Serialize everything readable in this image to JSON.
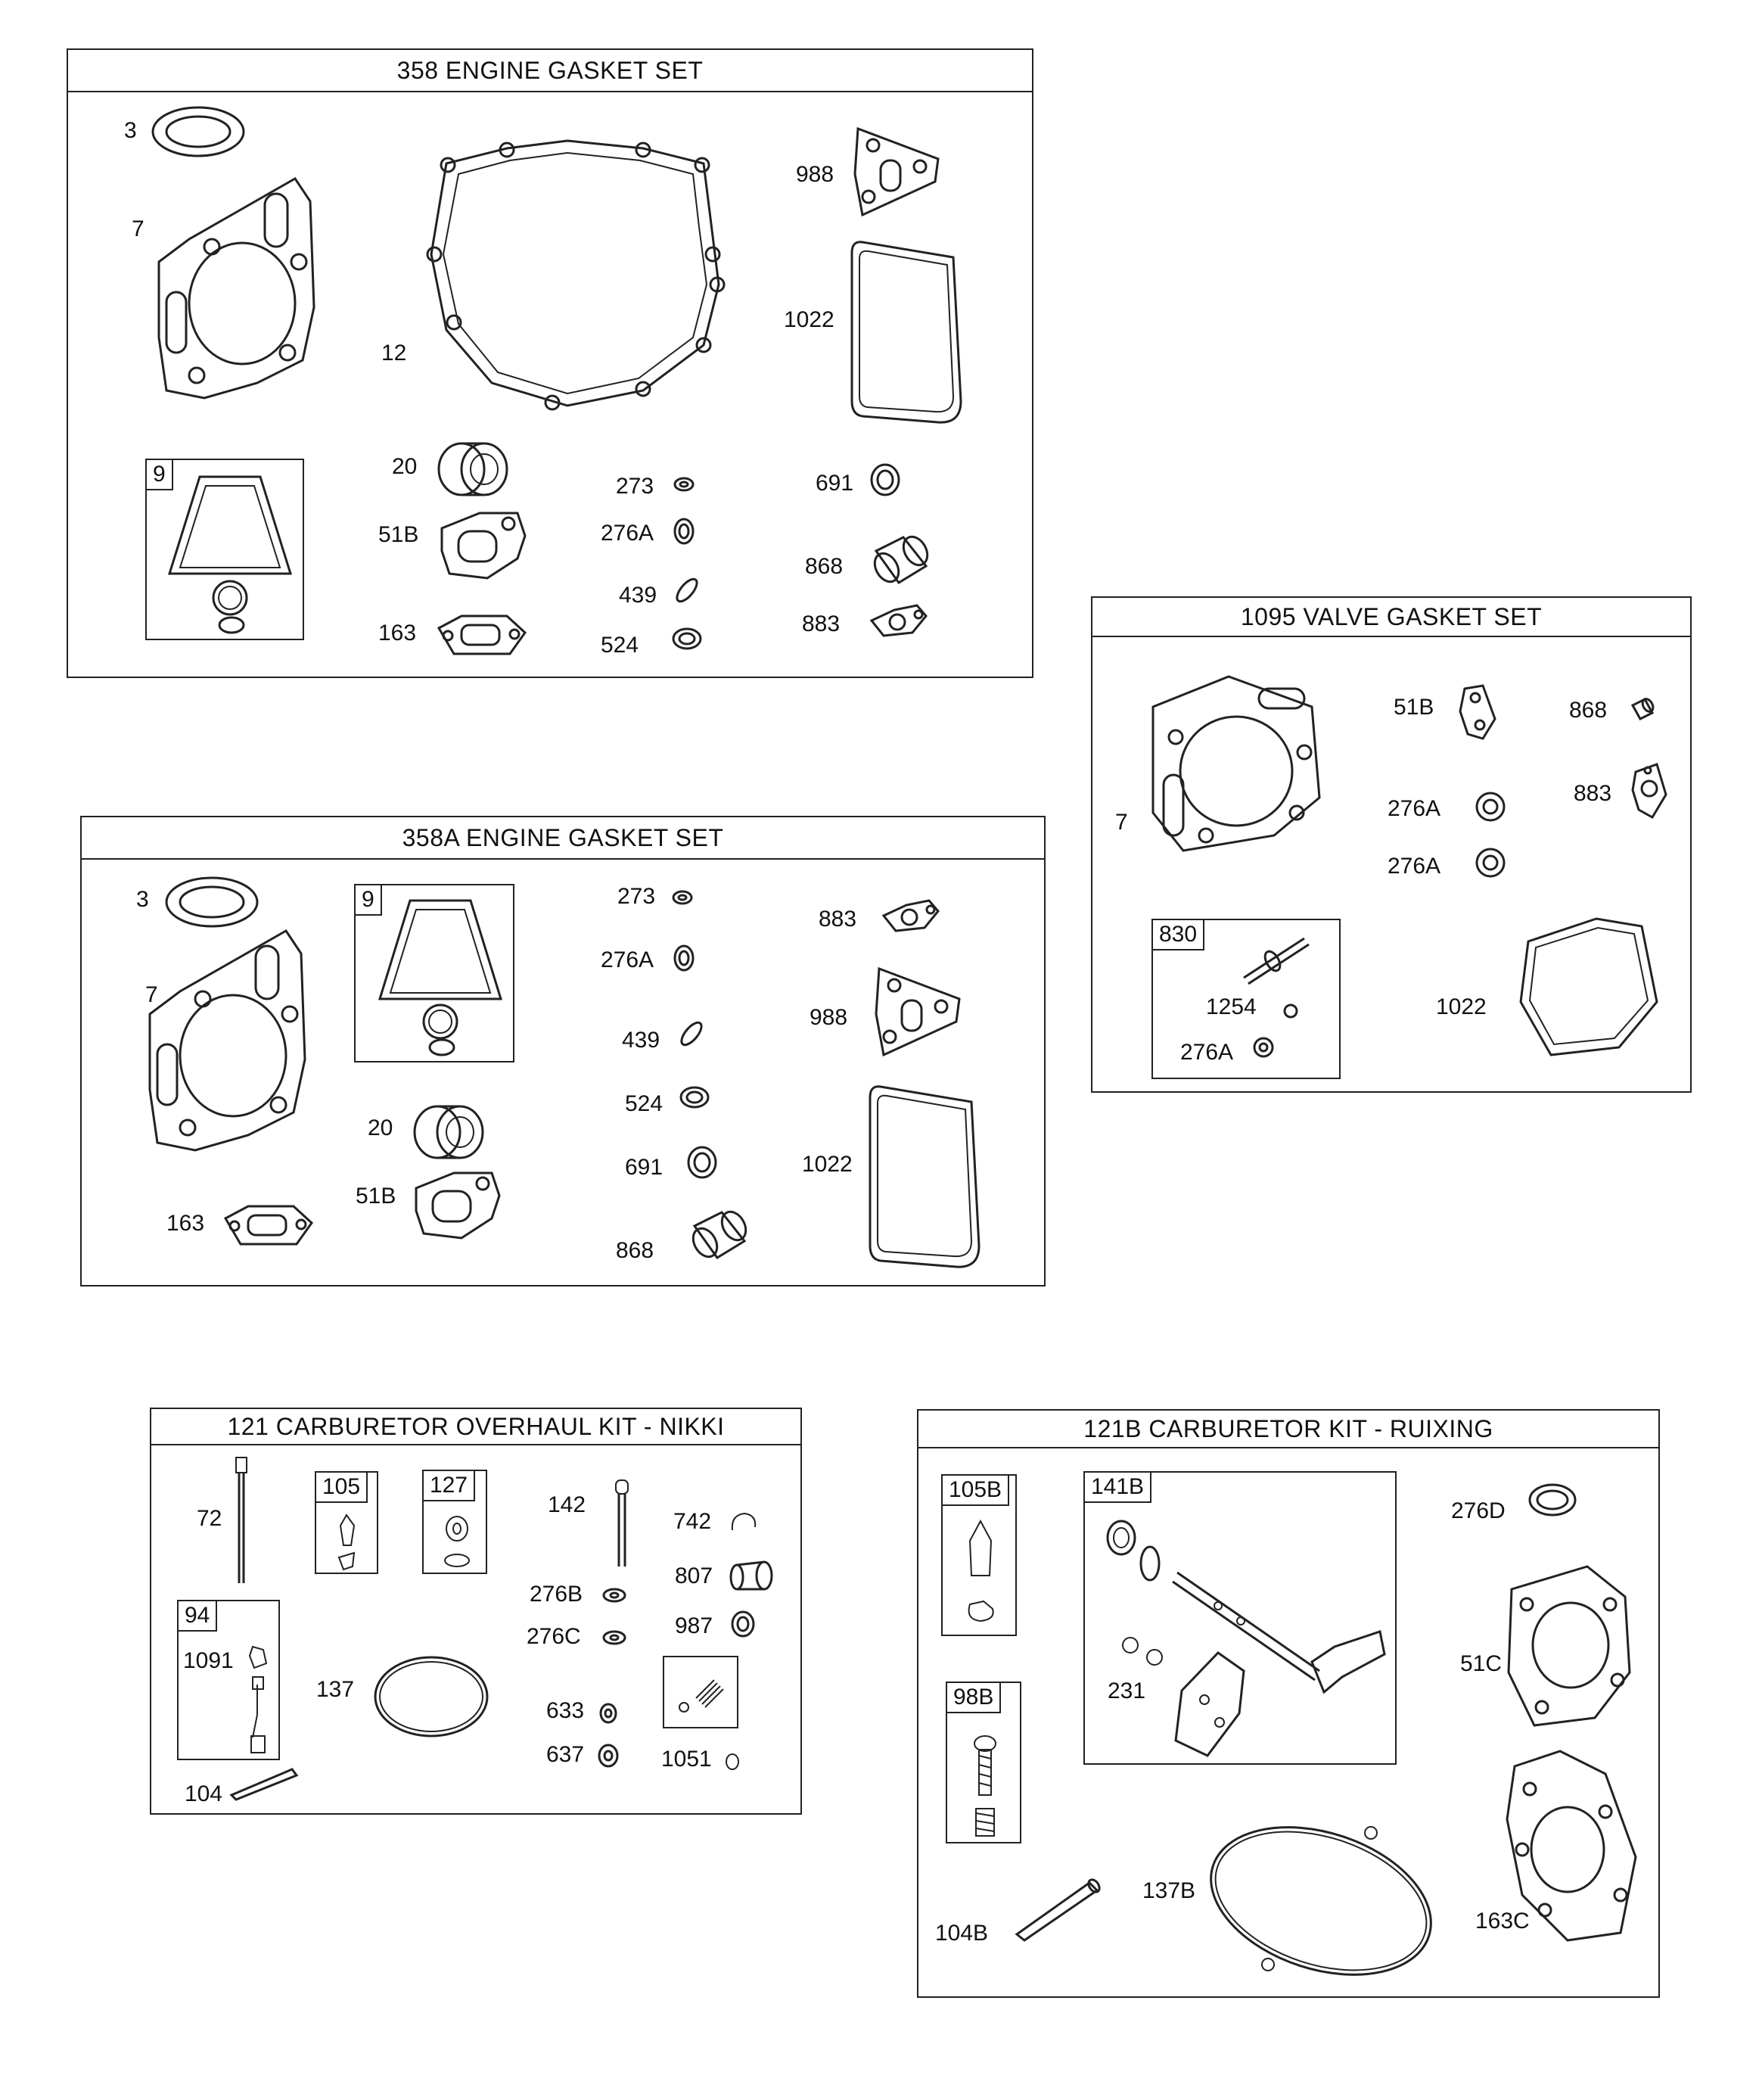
{
  "panels": {
    "p358": {
      "title": "358 ENGINE GASKET SET",
      "labels": [
        "3",
        "7",
        "12",
        "988",
        "1022",
        "20",
        "51B",
        "163",
        "273",
        "276A",
        "439",
        "524",
        "691",
        "868",
        "883"
      ],
      "sub9": "9"
    },
    "p358a": {
      "title": "358A ENGINE GASKET SET",
      "labels": [
        "3",
        "7",
        "20",
        "51B",
        "163",
        "273",
        "276A",
        "439",
        "524",
        "691",
        "868",
        "883",
        "988",
        "1022"
      ],
      "sub9": "9"
    },
    "p1095": {
      "title": "1095 VALVE GASKET SET",
      "labels": [
        "7",
        "51B",
        "868",
        "883",
        "276A",
        "276A",
        "1022"
      ],
      "sub830": "830",
      "sub830_labels": [
        "1254",
        "276A"
      ]
    },
    "p121": {
      "title": "121 CARBURETOR OVERHAUL KIT - NIKKI",
      "labels": [
        "72",
        "142",
        "742",
        "807",
        "276B",
        "987",
        "276C",
        "137",
        "633",
        "637",
        "1051",
        "104"
      ],
      "sub105": "105",
      "sub127": "127",
      "sub94": "94",
      "sub94_labels": [
        "1091"
      ]
    },
    "p121b": {
      "title": "121B CARBURETOR KIT - RUIXING",
      "labels": [
        "276D",
        "51C",
        "137B",
        "163C",
        "104B"
      ],
      "sub105b": "105B",
      "sub98b": "98B",
      "sub141b": "141B",
      "sub141b_labels": [
        "231"
      ]
    }
  }
}
